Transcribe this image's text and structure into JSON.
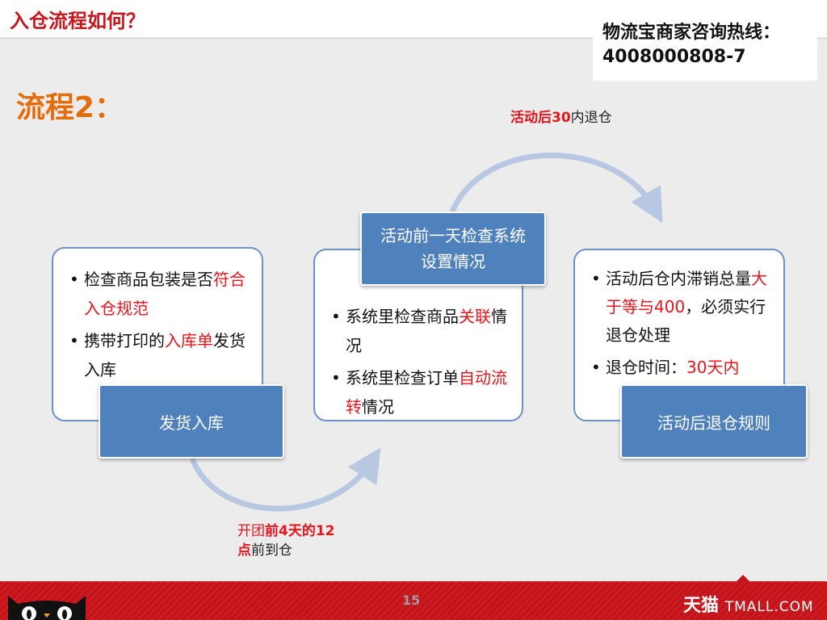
{
  "header": {
    "title": "入仓流程如何？",
    "hotline_label": "物流宝商家咨询热线：",
    "hotline_number": "4008000808-7"
  },
  "flow_title": "流程2：",
  "notes": {
    "top": {
      "highlight": "活动后30",
      "rest": "内退仓"
    },
    "bottom": {
      "line1_plain": "开团",
      "line1_highlight": "前4天的12",
      "line2_highlight": "点",
      "line2_rest": "前到仓"
    }
  },
  "cards": {
    "left": {
      "label": "发货入库",
      "bullets": [
        {
          "parts": [
            {
              "t": "检查商品包装是否",
              "red": false
            },
            {
              "t": "符合入仓规范",
              "red": true
            }
          ]
        },
        {
          "parts": [
            {
              "t": "携带打印的",
              "red": false
            },
            {
              "t": "入库单",
              "red": true
            },
            {
              "t": "发货入库",
              "red": false
            }
          ]
        }
      ]
    },
    "middle": {
      "label_line1": "活动前一天检查系统",
      "label_line2": "设置情况",
      "bullets": [
        {
          "parts": [
            {
              "t": "系统里检查商品",
              "red": false
            },
            {
              "t": "关联",
              "red": true
            },
            {
              "t": "情况",
              "red": false
            }
          ]
        },
        {
          "parts": [
            {
              "t": "系统里检查订单",
              "red": false
            },
            {
              "t": "自动流转",
              "red": true
            },
            {
              "t": "情况",
              "red": false
            }
          ]
        }
      ]
    },
    "right": {
      "label": "活动后退仓规则",
      "bullets": [
        {
          "parts": [
            {
              "t": "活动后仓内滞销总量",
              "red": false
            },
            {
              "t": "大于等与400",
              "red": true
            },
            {
              "t": "，必须实行退仓处理",
              "red": false
            }
          ]
        },
        {
          "parts": [
            {
              "t": "退仓时间：",
              "red": false
            },
            {
              "t": "30天内",
              "red": true
            }
          ]
        }
      ]
    }
  },
  "footer": {
    "page_number": "15",
    "brand_cn": "天猫",
    "brand_en": "TMALL.COM"
  },
  "colors": {
    "title_red": "#c8161d",
    "flow_orange": "#e46c0a",
    "highlight_red": "#e8141c",
    "label_blue": "#4f81bd",
    "card_border": "#6d93c6",
    "arrow": "#b8c8e2",
    "footer_red": "#c0141a"
  }
}
